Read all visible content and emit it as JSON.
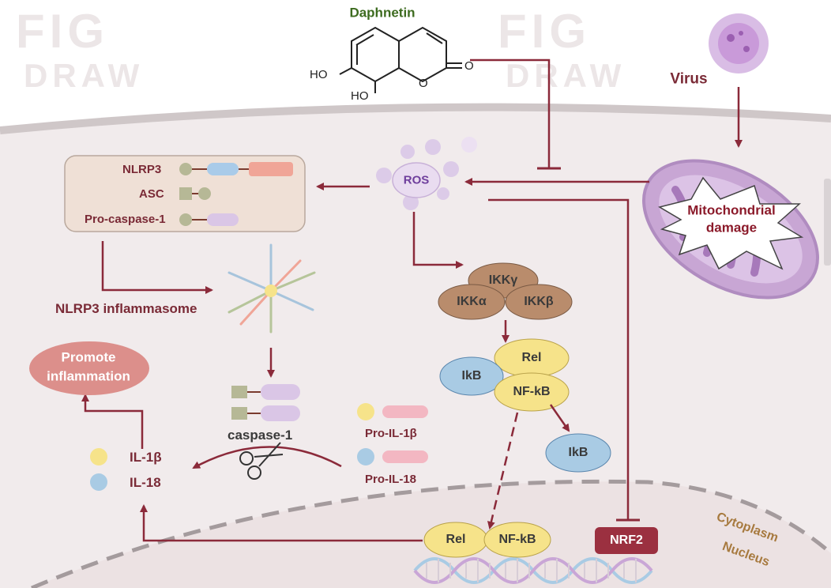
{
  "watermark": {
    "fig": "FIG",
    "draw": "DRAW"
  },
  "compound": {
    "name": "Daphnetin",
    "oh1": "HO",
    "oh2": "HO",
    "o_ring": "O",
    "o_carbonyl": "O"
  },
  "virus": {
    "label": "Virus"
  },
  "mitochondria": {
    "line1": "Mitochondrial",
    "line2": "damage"
  },
  "ros": {
    "label": "ROS"
  },
  "nlrp3_box": {
    "items": [
      {
        "label": "NLRP3"
      },
      {
        "label": "ASC"
      },
      {
        "label": "Pro-caspase-1"
      }
    ]
  },
  "inflammasome": {
    "label": "NLRP3 inflammasome"
  },
  "ikk": {
    "gamma": "IKKγ",
    "alpha": "IKKα",
    "beta": "IKKβ"
  },
  "nfkb_complex": {
    "rel": "Rel",
    "ikb": "IkB",
    "nfkb": "NF-kB"
  },
  "ikb_free": {
    "label": "IkB"
  },
  "caspase": {
    "label": "caspase-1"
  },
  "pro_il": {
    "il1b": "Pro-IL-1β",
    "il18": "Pro-IL-18"
  },
  "mature_il": {
    "il1b": "IL-1β",
    "il18": "IL-18"
  },
  "outcome": {
    "line1": "Promote",
    "line2": "inflammation"
  },
  "nucleus_complex": {
    "rel": "Rel",
    "nfkb": "NF-kB"
  },
  "nrf2": {
    "label": "NRF2"
  },
  "compartments": {
    "cytoplasm": "Cytoplasm",
    "nucleus": "Nucleus"
  },
  "colors": {
    "arrow": "#8b2a3a",
    "cell": "#f1ebec",
    "membrane": "#cfc7c8",
    "box": "#efe0d6",
    "ikk": "#b98c6c",
    "rel": "#f6e38a",
    "ikb": "#a9cbe4",
    "outcome": "#dc8f8b",
    "nrf2": "#9b3040",
    "ros": "#dccbe8",
    "mito": "#b58fc4"
  }
}
